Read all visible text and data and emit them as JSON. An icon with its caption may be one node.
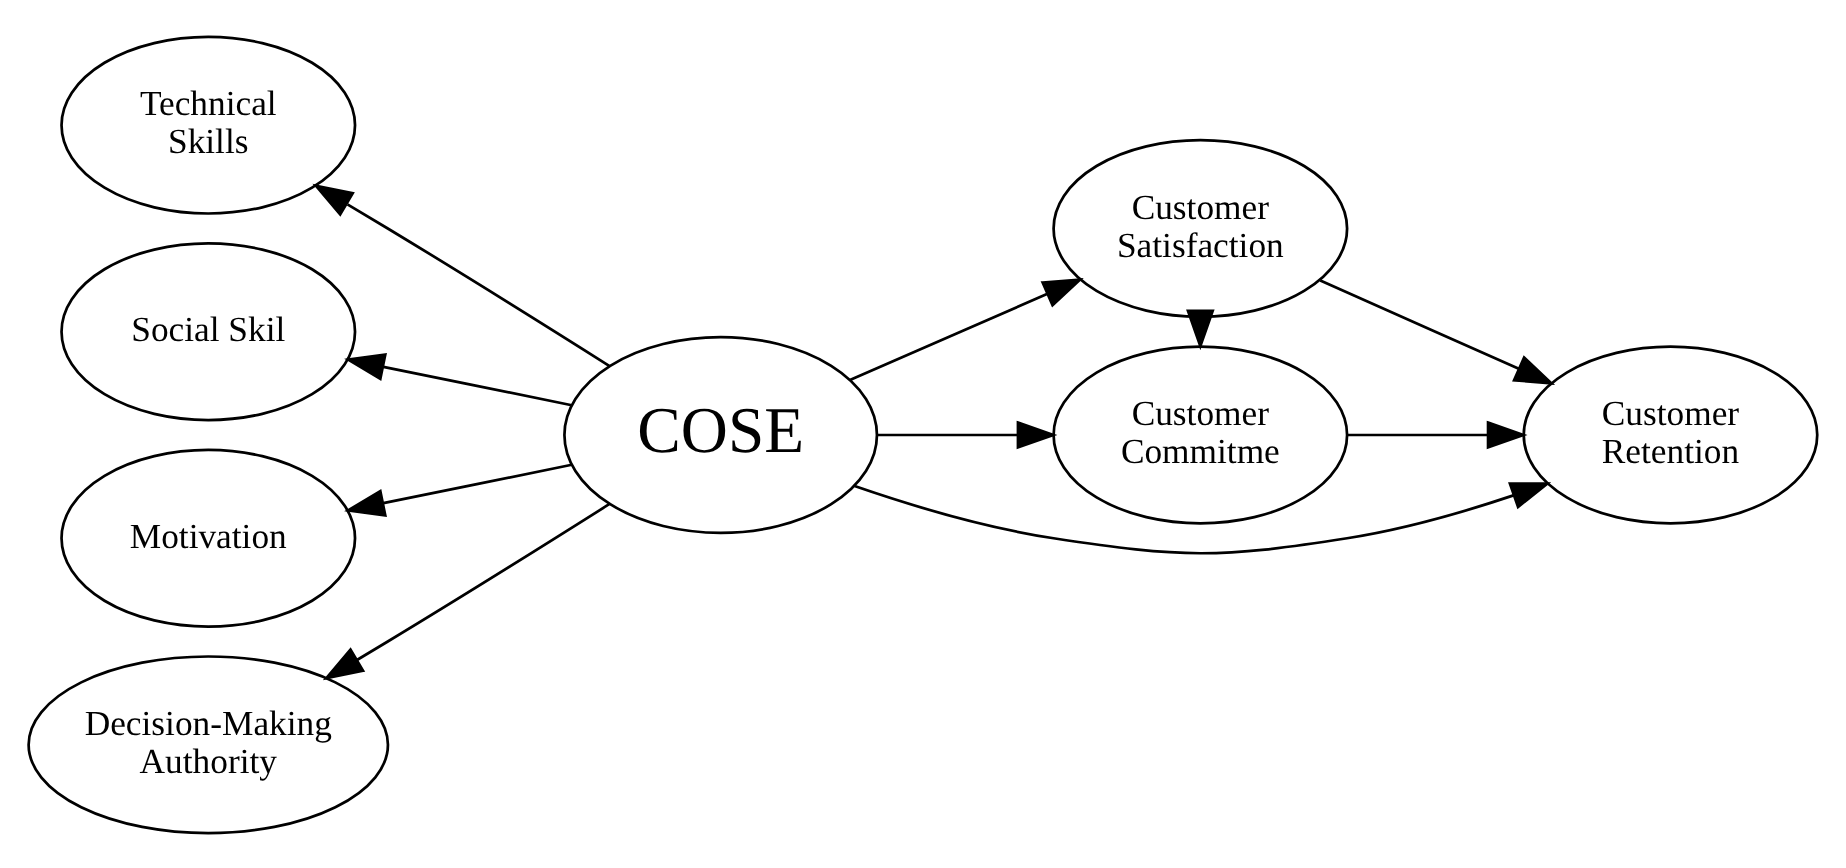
{
  "diagram": {
    "nodes": [
      {
        "text": [
          "Technical Skills"
        ]
      },
      {
        "text": [
          "Social Skil"
        ]
      },
      {
        "text": [
          "Motivation"
        ]
      },
      {
        "text": [
          "Decision-Making Authority"
        ]
      },
      {
        "text": [
          "COSE"
        ]
      },
      {
        "text": [
          "Customer Satisfaction"
        ]
      },
      {
        "text": [
          "Customer Commitme"
        ]
      },
      {
        "text": [
          "Customer Retention"
        ]
      }
    ],
    "edges": [
      {
        "from": 4,
        "to": 0,
        "arrow": "to"
      },
      {
        "from": 4,
        "to": 1,
        "arrow": "to"
      },
      {
        "from": 4,
        "to": 2,
        "arrow": "to"
      },
      {
        "from": 4,
        "to": 3,
        "arrow": "to"
      },
      {
        "from": 4,
        "to": 5,
        "arrow": "to"
      },
      {
        "from": 4,
        "to": 7,
        "arrow": "to"
      },
      {
        "from": 4,
        "to": 6,
        "arrow": "to"
      },
      {
        "from": 5,
        "to": 7,
        "arrow": "to"
      },
      {
        "from": 5,
        "to": 6,
        "arrow": "to"
      },
      {
        "from": 6,
        "to": 7,
        "arrow": "to"
      }
    ]
  }
}
